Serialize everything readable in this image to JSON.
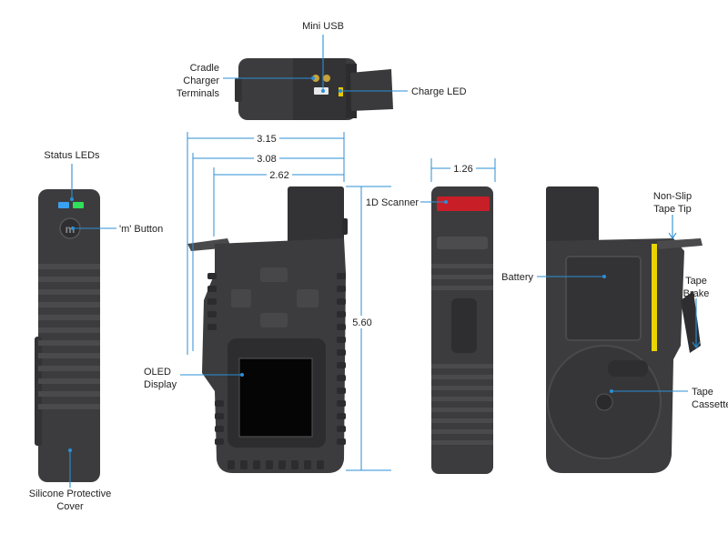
{
  "labels": {
    "mini_usb": "Mini USB",
    "cradle_1": "Cradle",
    "cradle_2": "Charger",
    "cradle_3": "Terminals",
    "charge_led": "Charge LED",
    "status_leds": "Status LEDs",
    "m_button": "'m' Button",
    "oled_1": "OLED",
    "oled_2": "Display",
    "silicone_1": "Silicone Protective",
    "silicone_2": "Cover",
    "scanner": "1D Scanner",
    "non_slip_1": "Non-Slip",
    "non_slip_2": "Tape Tip",
    "battery": "Battery",
    "tape_brake_1": "Tape",
    "tape_brake_2": "Brake",
    "tape_cassette_1": "Tape",
    "tape_cassette_2": "Cassette"
  },
  "dimensions": {
    "width_overall": "3.15",
    "width_body": "3.08",
    "width_grip": "2.62",
    "height": "5.60",
    "depth": "1.26"
  },
  "colors": {
    "leader": "#2b8fd6",
    "device_body": "#3c3c3e",
    "status_led_blue": "#3aa0f0",
    "status_led_green": "#2ee05a",
    "scanner_window": "#c81e28",
    "tape_yellow": "#e8d400"
  }
}
